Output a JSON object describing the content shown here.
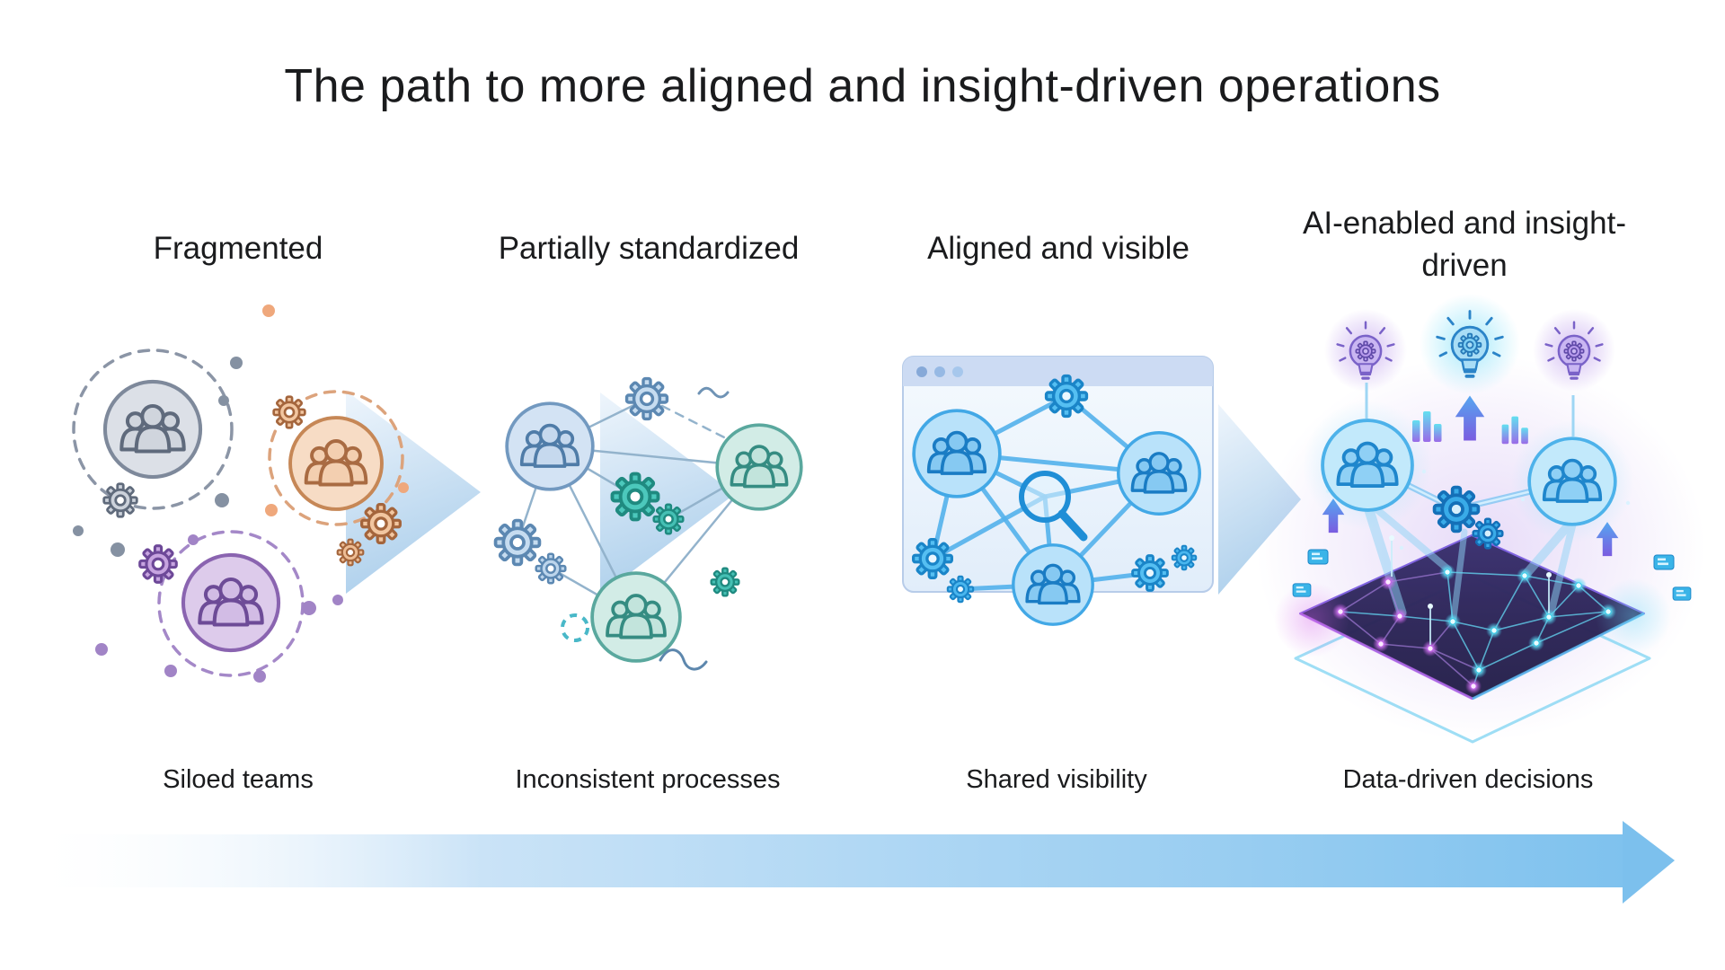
{
  "title": "The path to more aligned and insight-driven operations",
  "stages": [
    {
      "heading": "Fragmented",
      "caption": "Siloed teams",
      "icons": [
        "teams-icon",
        "gear-icon",
        "dashed-loop-icon"
      ],
      "palette": [
        "#7e899b",
        "#c68756",
        "#8a64b0"
      ]
    },
    {
      "heading": "Partially standardized",
      "caption": "Inconsistent processes",
      "icons": [
        "teams-icon",
        "gear-icon",
        "network-line-icon",
        "squiggle-icon"
      ],
      "palette": [
        "#7299c0",
        "#5aa89e"
      ]
    },
    {
      "heading": "Aligned and visible",
      "caption": "Shared visibility",
      "icons": [
        "browser-window-icon",
        "teams-icon",
        "gear-icon",
        "magnifier-icon"
      ],
      "palette": [
        "#42a8e6",
        "#1f8ed6"
      ]
    },
    {
      "heading": "AI-enabled and insight-driven",
      "caption": "Data-driven decisions",
      "icons": [
        "lightbulb-gear-icon",
        "teams-icon",
        "gear-icon",
        "up-arrow-icon",
        "data-platform-icon",
        "bar-chart-icon"
      ],
      "palette": [
        "#4db2ea",
        "#7a5ce0",
        "#2c2558"
      ]
    }
  ],
  "flow_arrow": {
    "direction": "right",
    "color_start": "#ffffff",
    "color_end": "#7cc0ed"
  },
  "icon_glyphs": {
    "teams-icon": "👥",
    "gear-icon": "⚙",
    "magnifier-icon": "🔍",
    "lightbulb-gear-icon": "💡",
    "up-arrow-icon": "↑",
    "flow-arrow-icon": "→"
  },
  "background": "#ffffff"
}
